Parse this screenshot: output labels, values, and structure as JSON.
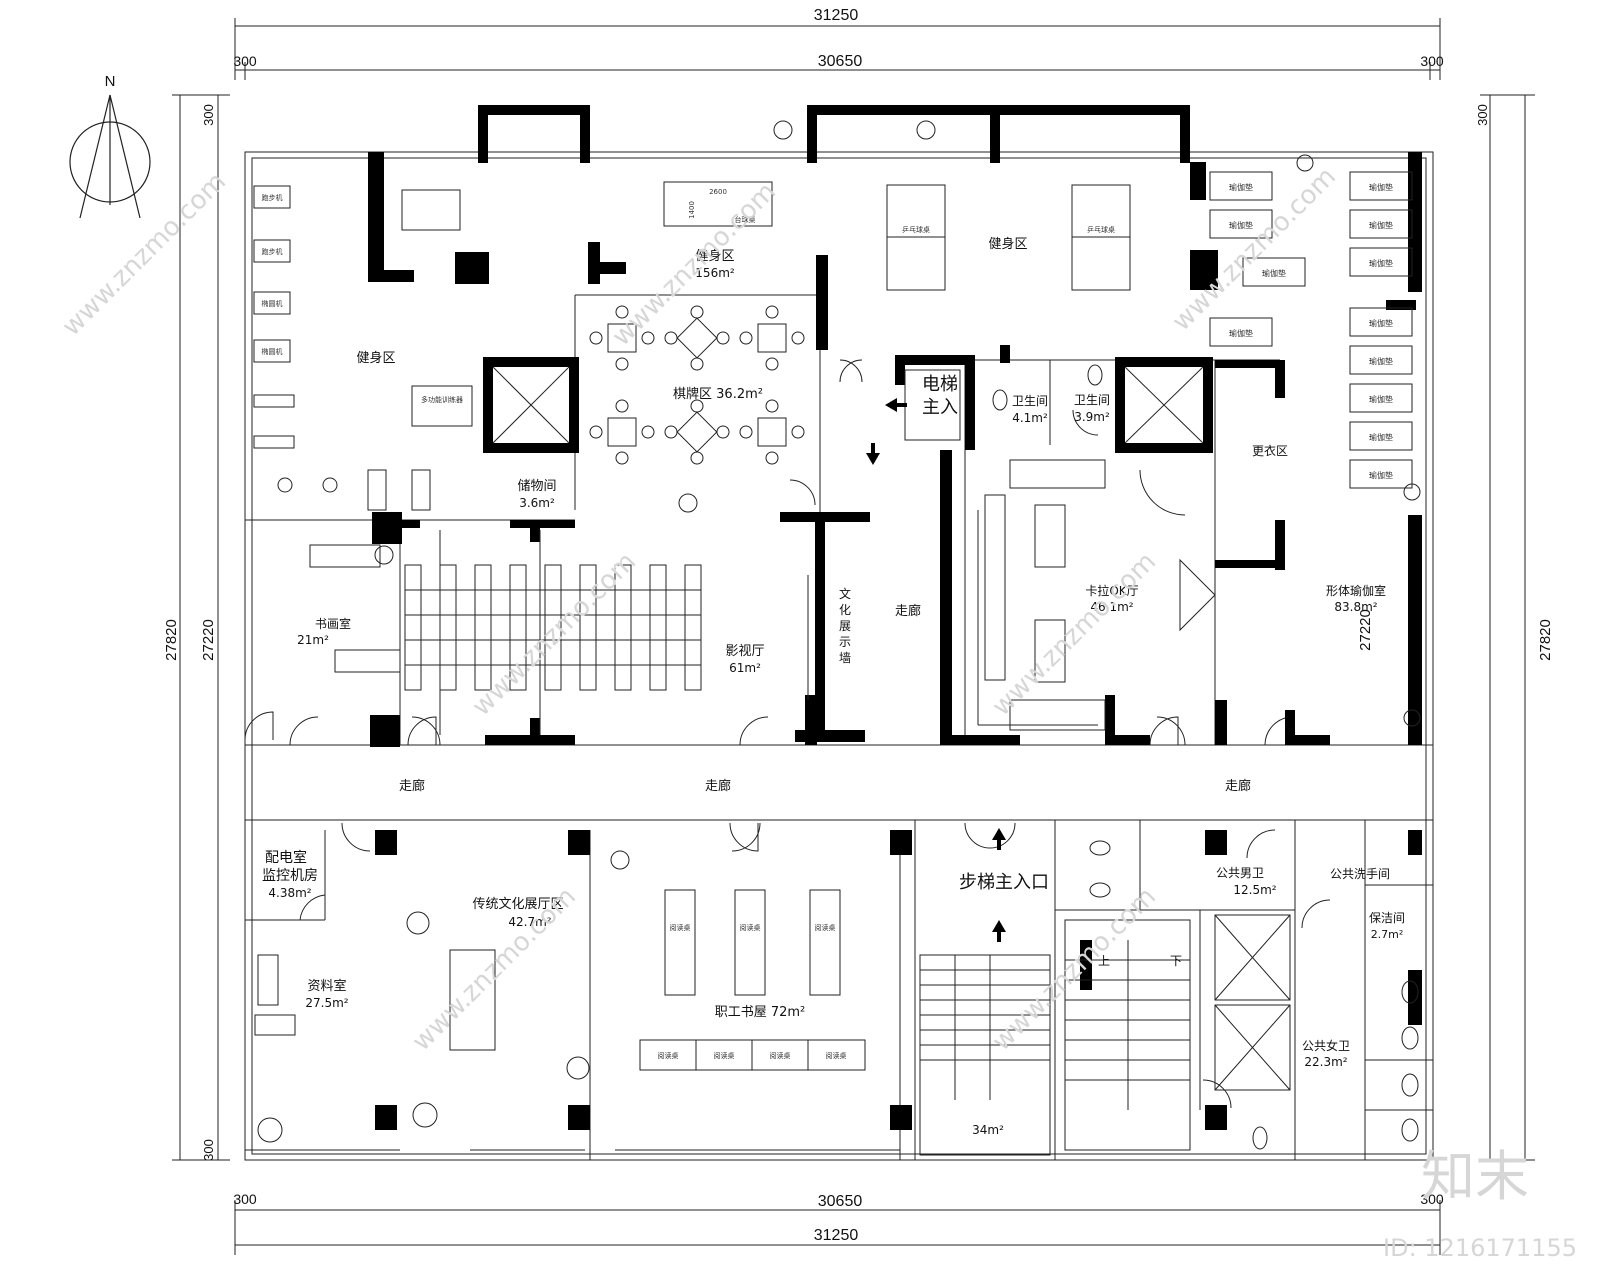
{
  "dimensions": {
    "top_total": "31250",
    "top_inner": "30650",
    "bottom_total": "31250",
    "bottom_inner": "30650",
    "edge": "300",
    "left_total": "27820",
    "left_inner": "27220",
    "right_total": "27820",
    "right_inner": "27220"
  },
  "compass": {
    "north": "N"
  },
  "rooms": {
    "gym_left": "健身区",
    "gym_top": "健身区",
    "gym_top_area": "156m²",
    "gym_right": "健身区",
    "chess": "棋牌区 36.2m²",
    "storage": "储物间",
    "storage_area": "3.6m²",
    "elevator_main_1": "电梯",
    "elevator_main_2": "主入",
    "wc1": "卫生间",
    "wc1_area": "4.1m²",
    "wc2": "卫生间",
    "wc2_area": "3.9m²",
    "changing": "更衣区",
    "calligraphy": "书画室",
    "calligraphy_area": "21m²",
    "cinema": "影视厅",
    "cinema_area": "61m²",
    "culture_wall": [
      "文",
      "化",
      "展",
      "示",
      "墙"
    ],
    "corridor_mid": "走廊",
    "ktv": "卡拉OK厅",
    "ktv_area": "46.1m²",
    "yoga": "形体瑜伽室",
    "yoga_area": "83.8m²",
    "corridor_1": "走廊",
    "corridor_2": "走廊",
    "corridor_3": "走廊",
    "power_1": "配电室",
    "power_2": "监控机房",
    "power_area": "4.38m²",
    "archive": "资料室",
    "archive_area": "27.5m²",
    "heritage": "传统文化展厅区",
    "heritage_area": "42.7m²",
    "bookroom": "职工书屋  72m²",
    "stair_entry": "步梯主入口",
    "stair_area": "34m²",
    "men_wc": "公共男卫",
    "men_wc_area": "12.5m²",
    "washroom": "公共洗手间",
    "cleaning": "保洁间",
    "cleaning_area": "2.7m²",
    "women_wc": "公共女卫",
    "women_wc_area": "22.3m²",
    "up": "上",
    "down": "下"
  },
  "furniture": {
    "treadmill": "跑步机",
    "elliptical": "椭圆机",
    "pool_table": "台球桌",
    "pool_w": "2600",
    "pool_h": "1400",
    "ping_pong": "乒乓球桌",
    "yoga_mat": "瑜伽垫",
    "reading_table": "阅读桌",
    "multi_trainer": "多功能训练器"
  },
  "watermark": {
    "site": "www.znzmo.com",
    "logo": "知末",
    "id": "ID: 1216171155"
  },
  "colors": {
    "wall": "#000000",
    "line": "#222222",
    "watermark": "#d6d6d6"
  }
}
